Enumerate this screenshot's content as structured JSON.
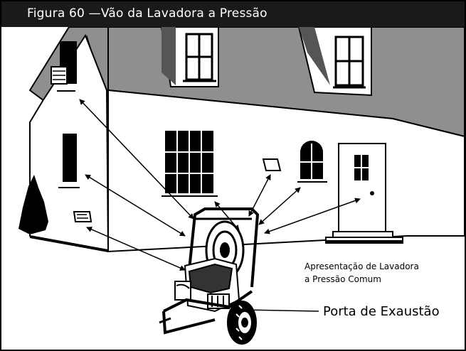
{
  "figure": {
    "title": "Figura 60 —Vão da Lavadora a Pressão"
  },
  "labels": {
    "caption_line1": "Apresentação de Lavadora",
    "caption_line2": "a Pressão Comum",
    "exhaust_port": "Porta de Exaustão"
  },
  "icons": {
    "house": "house-illustration",
    "washer": "pressure-washer-illustration",
    "arrows": "double-headed-arrows"
  },
  "colors": {
    "header_bg": "#1a1a1a",
    "roof": "#8f8f8f",
    "ink": "#000000",
    "paper": "#ffffff"
  }
}
